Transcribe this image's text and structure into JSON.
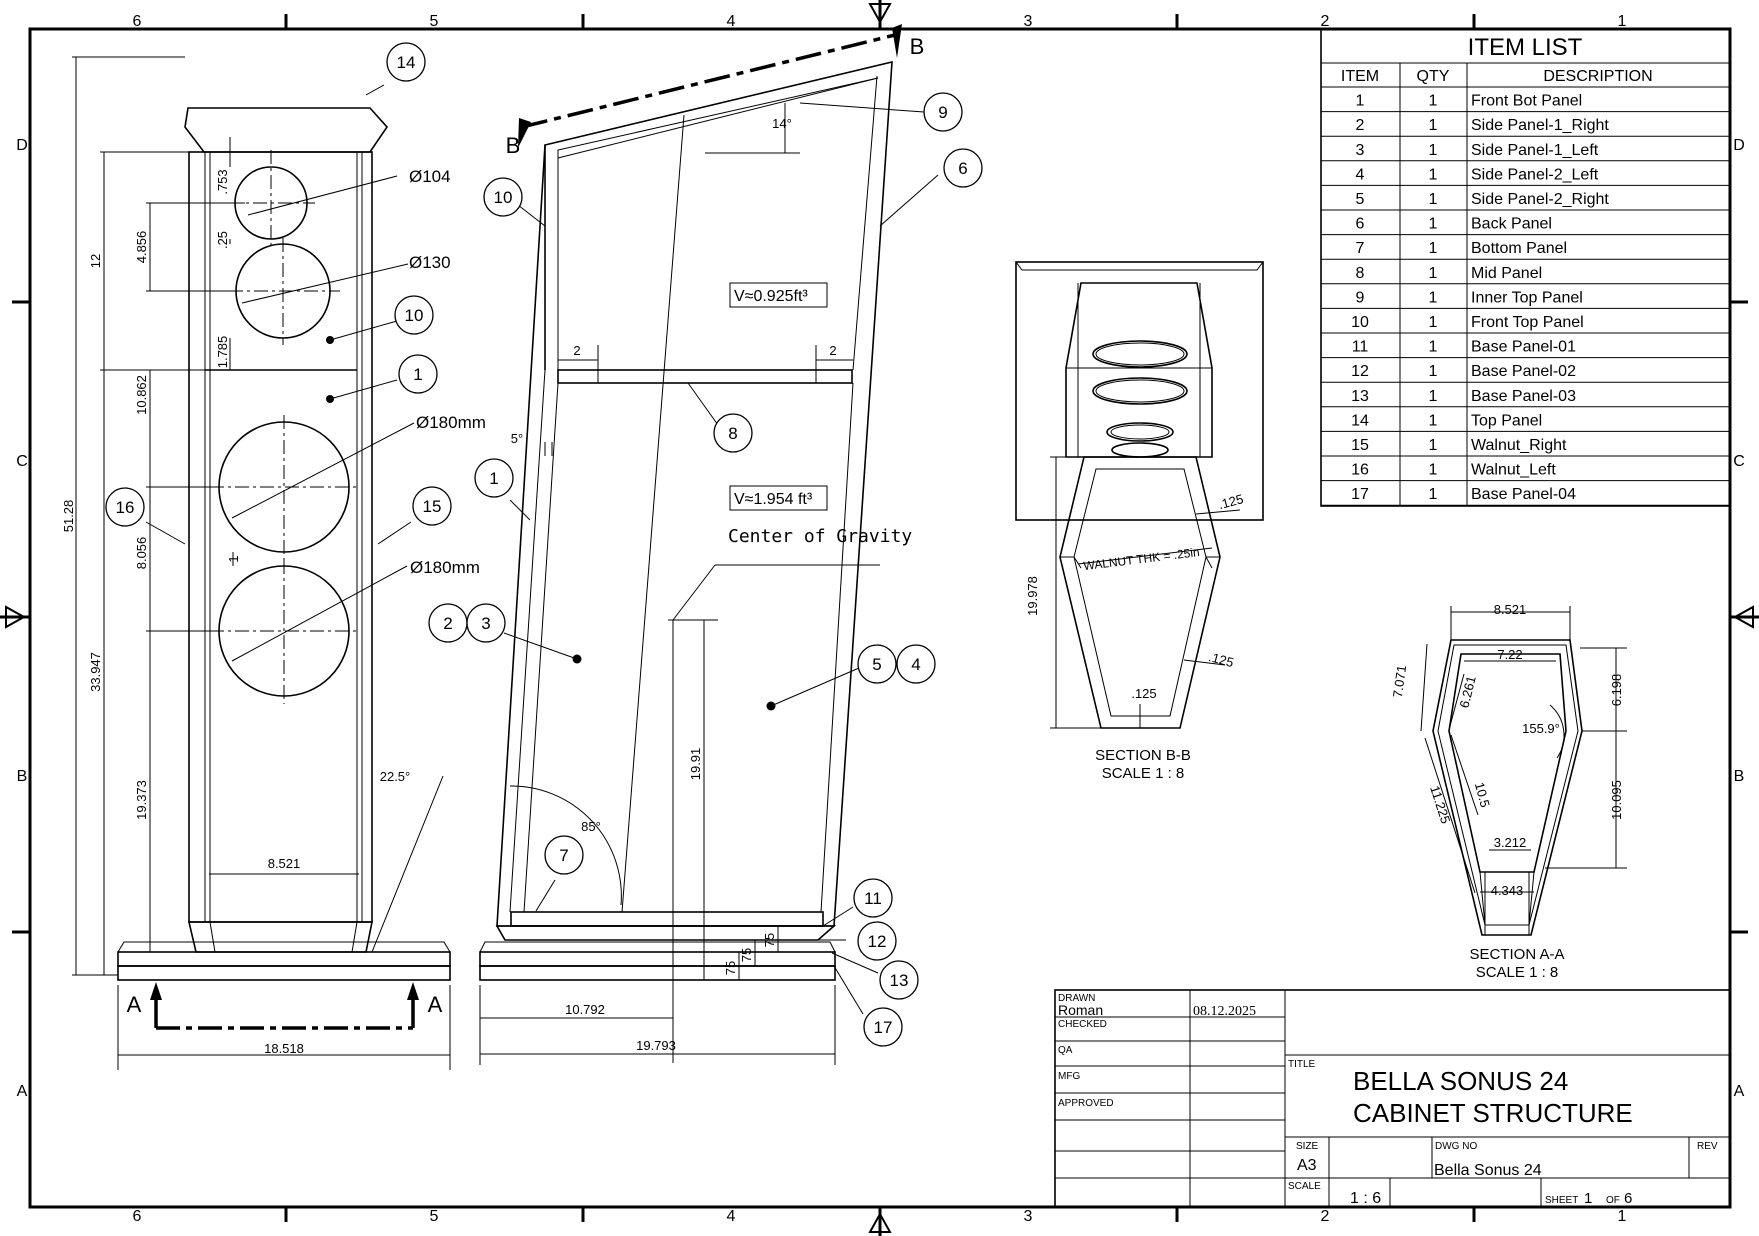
{
  "border": {
    "columns": [
      "6",
      "5",
      "4",
      "3",
      "2",
      "1"
    ],
    "rows": [
      "D",
      "C",
      "B",
      "A"
    ]
  },
  "item_list": {
    "title": "ITEM LIST",
    "headers": [
      "ITEM",
      "QTY",
      "DESCRIPTION"
    ],
    "rows": [
      [
        "1",
        "1",
        "Front Bot Panel"
      ],
      [
        "2",
        "1",
        "Side Panel-1_Right"
      ],
      [
        "3",
        "1",
        "Side Panel-1_Left"
      ],
      [
        "4",
        "1",
        "Side Panel-2_Left"
      ],
      [
        "5",
        "1",
        "Side Panel-2_Right"
      ],
      [
        "6",
        "1",
        "Back Panel"
      ],
      [
        "7",
        "1",
        "Bottom Panel"
      ],
      [
        "8",
        "1",
        "Mid Panel"
      ],
      [
        "9",
        "1",
        "Inner Top Panel"
      ],
      [
        "10",
        "1",
        "Front Top Panel"
      ],
      [
        "11",
        "1",
        "Base Panel-01"
      ],
      [
        "12",
        "1",
        "Base Panel-02"
      ],
      [
        "13",
        "1",
        "Base Panel-03"
      ],
      [
        "14",
        "1",
        "Top Panel"
      ],
      [
        "15",
        "1",
        "Walnut_Right"
      ],
      [
        "16",
        "1",
        "Walnut_Left"
      ],
      [
        "17",
        "1",
        "Base Panel-04"
      ]
    ]
  },
  "title_block": {
    "drawn_label": "DRAWN",
    "drawn_by": "Roman",
    "date": "08.12.2025",
    "checked_label": "CHECKED",
    "qa_label": "QA",
    "mfg_label": "MFG",
    "approved_label": "APPROVED",
    "title_label": "TITLE",
    "title_line1": "BELLA SONUS 24",
    "title_line2": "CABINET STRUCTURE",
    "size_label": "SIZE",
    "size": "A3",
    "dwg_no_label": "DWG NO",
    "dwg_no": "Bella Sonus 24",
    "rev_label": "REV",
    "scale_label": "SCALE",
    "scale": "1 : 6",
    "sheet_label": "SHEET",
    "sheet": "1",
    "of_label": "OF",
    "sheet_total": "6"
  },
  "front_view": {
    "dims": {
      "overall_height": "51.28",
      "upper_section": "12",
      "tweeter_top": ".753",
      "tweeter_mid_spacing": "4.856",
      "tweeter_gap": ".25",
      "mid_bottom_offset": "1.785",
      "mid_to_woofer": "10.862",
      "woofer_spacing": "8.056",
      "woofer_gap": "1",
      "lower_height": "33.947",
      "woofer_to_base": "19.373",
      "inner_width": "8.521",
      "base_width": "18.518",
      "bevel_angle": "22.5°"
    },
    "drivers": [
      "Ø104",
      "Ø130",
      "Ø180mm",
      "Ø180mm"
    ],
    "section_marker": "A"
  },
  "side_view": {
    "section_marker": "B",
    "angles": [
      "14°",
      "5°",
      "85°"
    ],
    "dims": [
      "2",
      "2",
      "19.91",
      "10.792",
      "19.793",
      "75",
      "75",
      "75"
    ],
    "volume_upper": "V≈0.925ft³",
    "volume_lower": "V≈1.954 ft³",
    "center_of_gravity": "Center of Gravity"
  },
  "section_bb": {
    "label": "SECTION B-B",
    "scale": "SCALE 1 : 8",
    "dims": [
      "19.978",
      ".125",
      ".125",
      ".125"
    ],
    "walnut_note": "WALNUT THK = .25in"
  },
  "section_aa": {
    "label": "SECTION A-A",
    "scale": "SCALE 1 : 8",
    "dims": [
      "8.521",
      "7.22",
      "7.071",
      "6.261",
      "6.198",
      "155.9°",
      "10.5",
      "10.095",
      "11.225",
      "3.212",
      "4.343"
    ]
  },
  "balloons": [
    "1",
    "2",
    "3",
    "4",
    "5",
    "6",
    "7",
    "8",
    "9",
    "10",
    "10",
    "11",
    "12",
    "13",
    "14",
    "15",
    "16",
    "17"
  ]
}
